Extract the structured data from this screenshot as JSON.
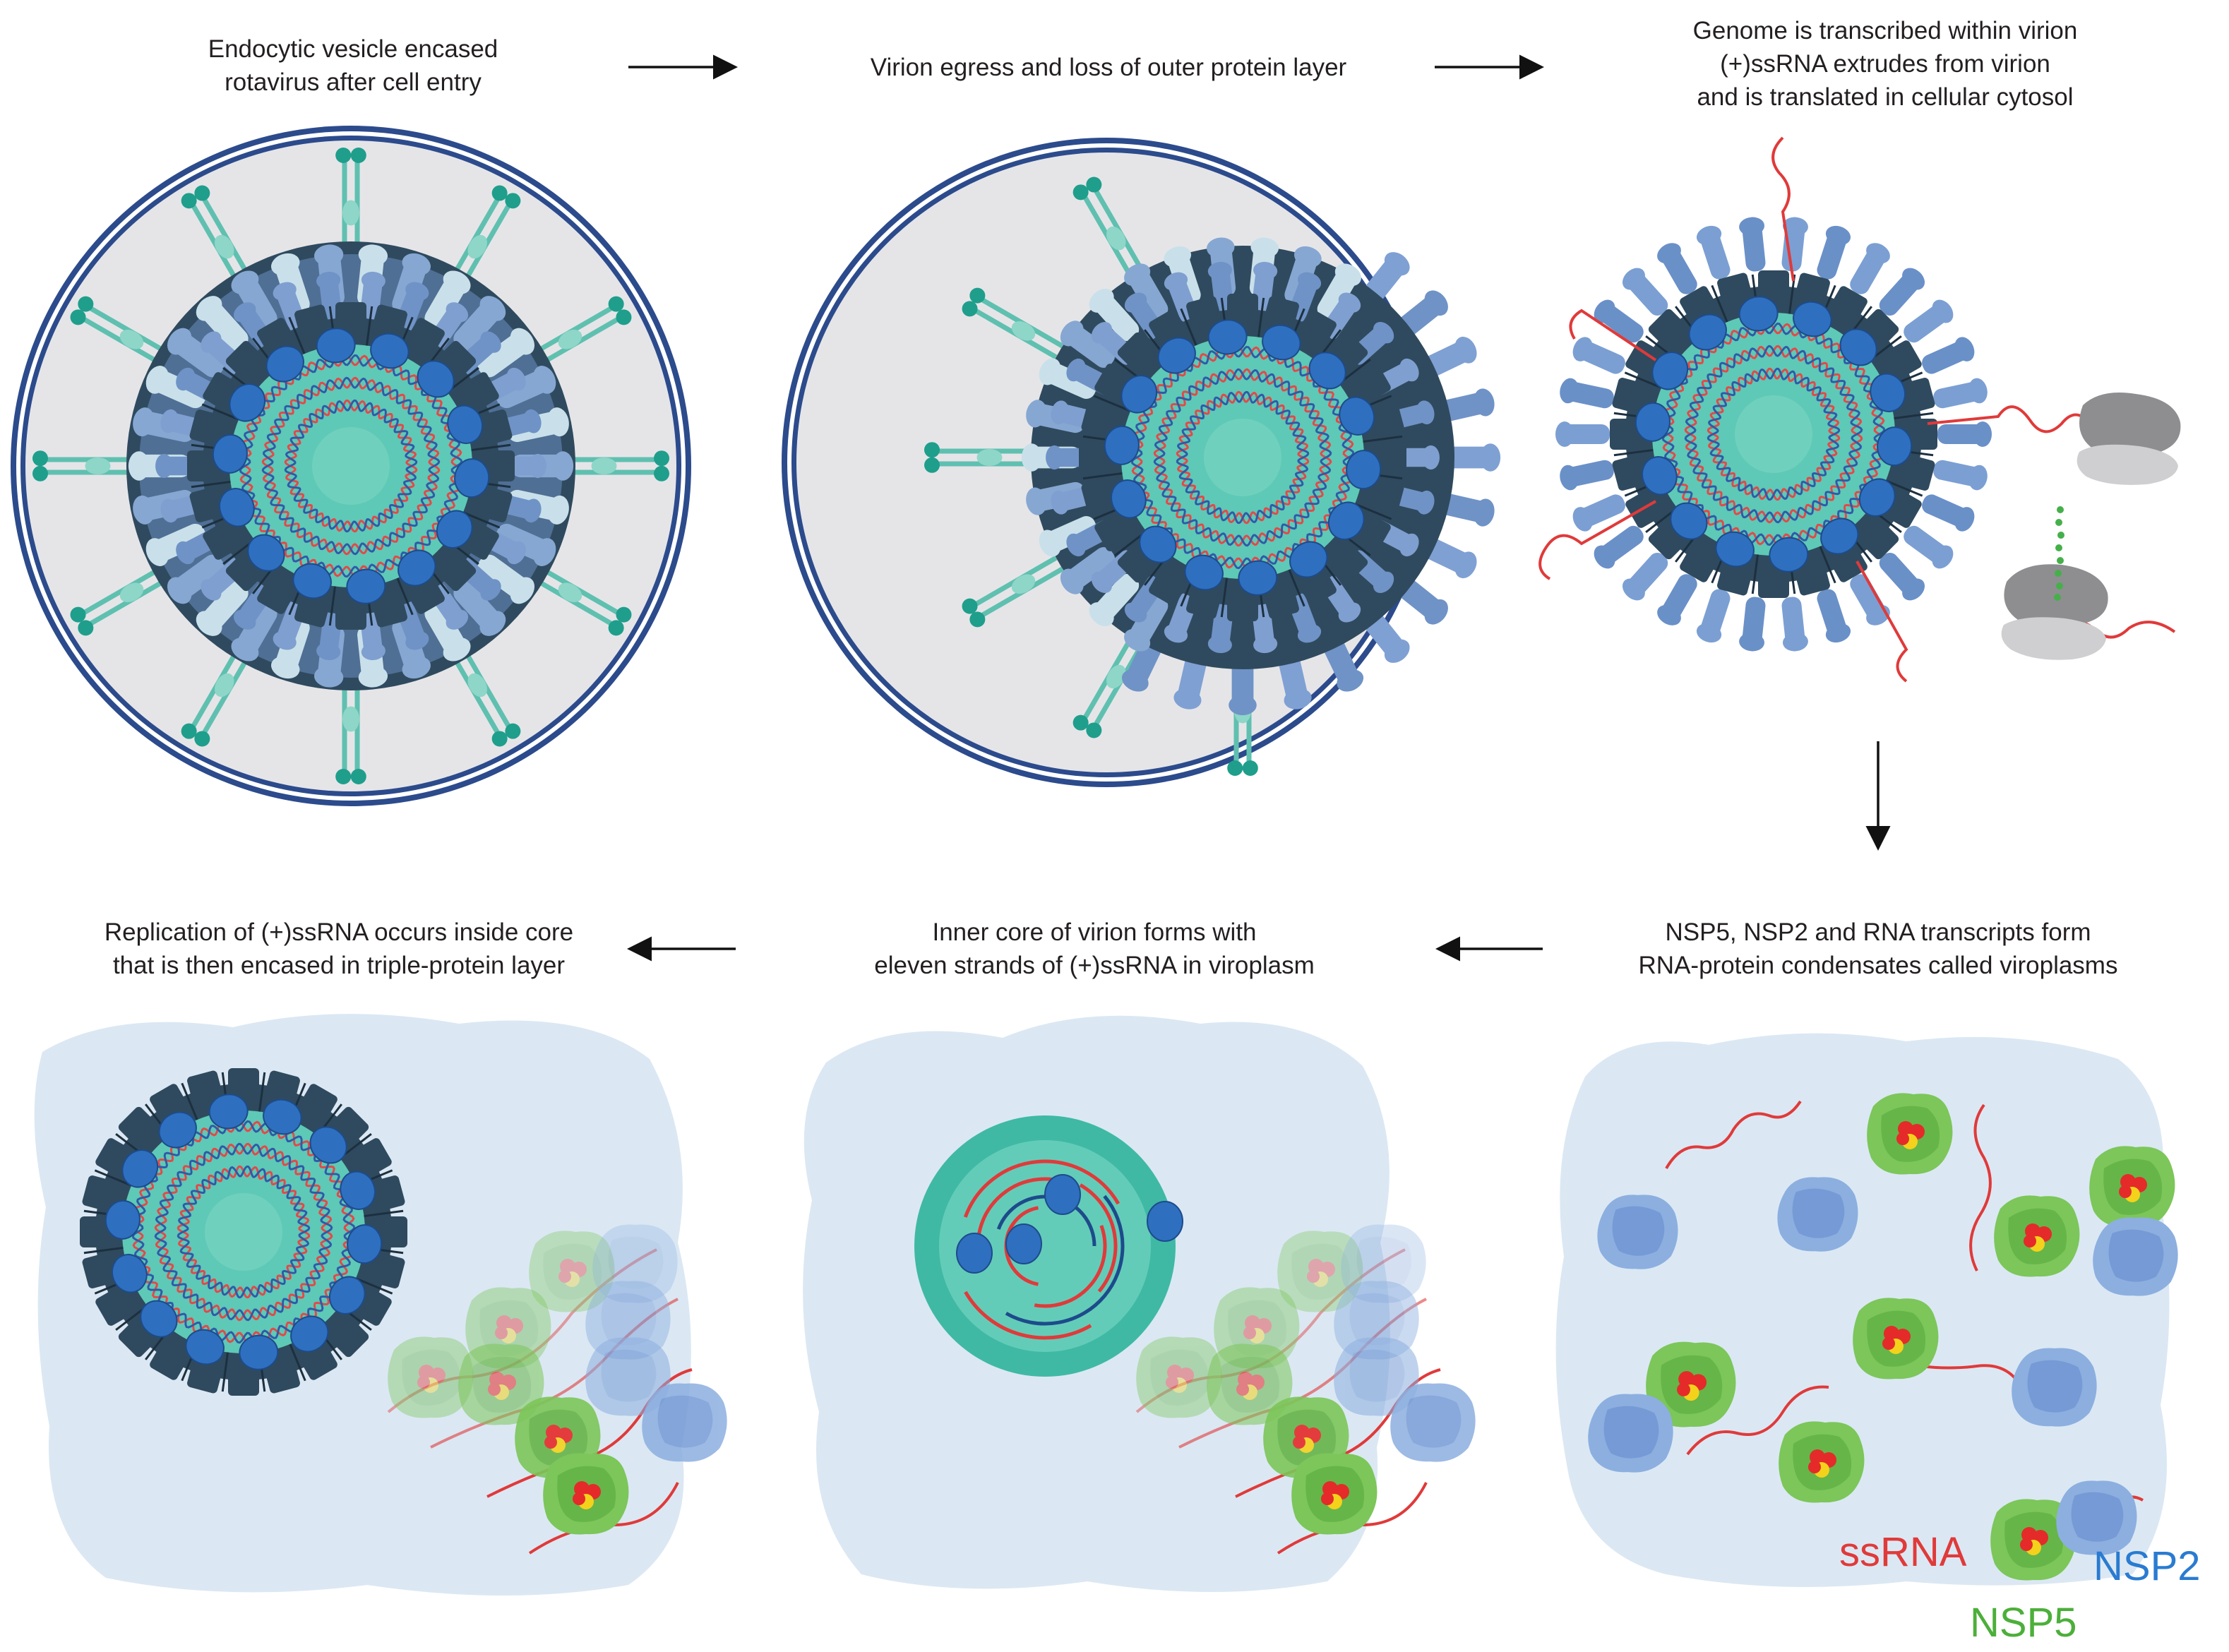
{
  "steps": [
    {
      "line1": "Endocytic vesicle encased",
      "line2": "rotavirus after cell entry"
    },
    {
      "line1": "Virion egress and loss of outer protein layer"
    },
    {
      "line1": "Genome is transcribed within virion",
      "line2": "(+)ssRNA extrudes from virion",
      "line3": "and is translated in cellular cytosol"
    },
    {
      "line1": "NSP5, NSP2 and RNA transcripts form",
      "line2": "RNA-protein condensates called viroplasms"
    },
    {
      "line1": "Inner core of virion forms with",
      "line2": "eleven strands of (+)ssRNA in viroplasm"
    },
    {
      "line1": "Replication of (+)ssRNA occurs inside core",
      "line2": "that is then encased in triple-protein layer"
    }
  ],
  "legend": {
    "ssrna": "ssRNA",
    "nsp2": "NSP2",
    "nsp5": "NSP5"
  },
  "colors": {
    "ssrna": "#e03a3a",
    "nsp2": "#2a7bd1",
    "nsp5": "#4caf3a",
    "vesicle_border": "#2c4b8c",
    "vesicle_fill": "#e5e5e8",
    "capsid_dark": "#2f4a5e",
    "capsid_mid": "#6f93c6",
    "capsid_light": "#c9e0ea",
    "core": "#5ec9b6",
    "vp1": "#2e6fc0",
    "viroplasm": "#dbe8f3",
    "spike": "#5fc0b0"
  }
}
